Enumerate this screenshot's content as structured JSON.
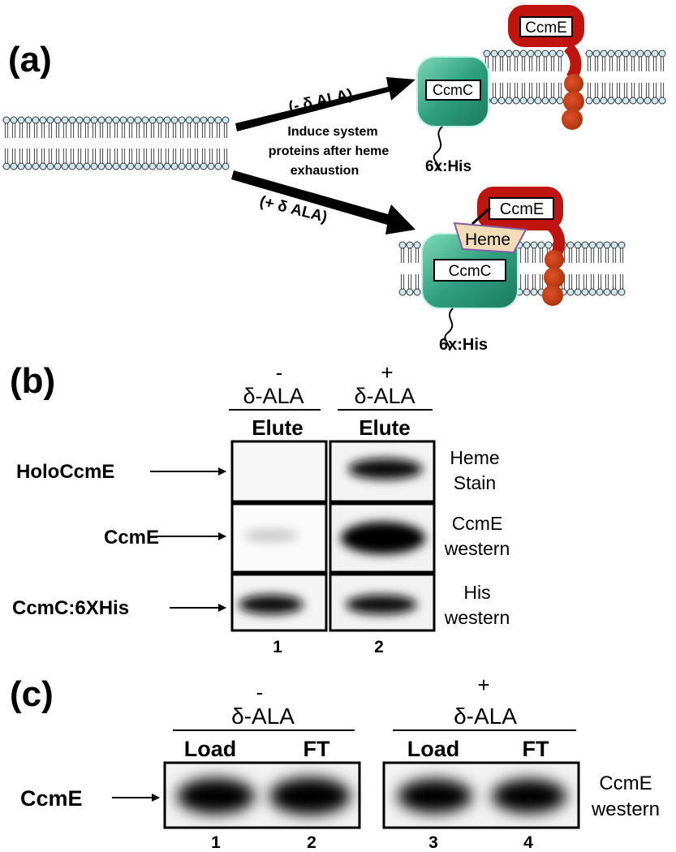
{
  "panel_a": {
    "label": "(a)",
    "arrow_top_text": "(- δ ALA)",
    "arrow_bottom_text": "(+ δ ALA)",
    "induce_line1": "Induce system",
    "induce_line2": "proteins after heme",
    "induce_line3": "exhaustion",
    "top_ccmc": "CcmC",
    "top_ccme": "CcmE",
    "top_his": "6x:His",
    "bottom_ccmc": "CcmC",
    "bottom_ccme": "CcmE",
    "bottom_heme": "Heme",
    "bottom_his": "6x:His",
    "colors": {
      "ccmc": "#2fa07e",
      "ccme": "#c0140f",
      "heme": "#f1dcb8",
      "lipid_head": "#cfe8ee"
    }
  },
  "panel_b": {
    "label": "(b)",
    "col1_sign": "-",
    "col1_reagent": "δ-ALA",
    "col1_sub": "Elute",
    "col2_sign": "+",
    "col2_reagent": "δ-ALA",
    "col2_sub": "Elute",
    "rows": [
      {
        "left": "HoloCcmE",
        "right1": "Heme",
        "right2": "Stain"
      },
      {
        "left": "CcmE",
        "right1": "CcmE",
        "right2": "western"
      },
      {
        "left": "CcmC:6XHis",
        "right1": "His",
        "right2": "western"
      }
    ],
    "lane1": "1",
    "lane2": "2"
  },
  "panel_c": {
    "label": "(c)",
    "g1_sign": "-",
    "g1_reagent": "δ-ALA",
    "g1_sub1": "Load",
    "g1_sub2": "FT",
    "g2_sign": "+",
    "g2_reagent": "δ-ALA",
    "g2_sub1": "Load",
    "g2_sub2": "FT",
    "row_left": "CcmE",
    "right1": "CcmE",
    "right2": "western",
    "lanes": [
      "1",
      "2",
      "3",
      "4"
    ]
  }
}
